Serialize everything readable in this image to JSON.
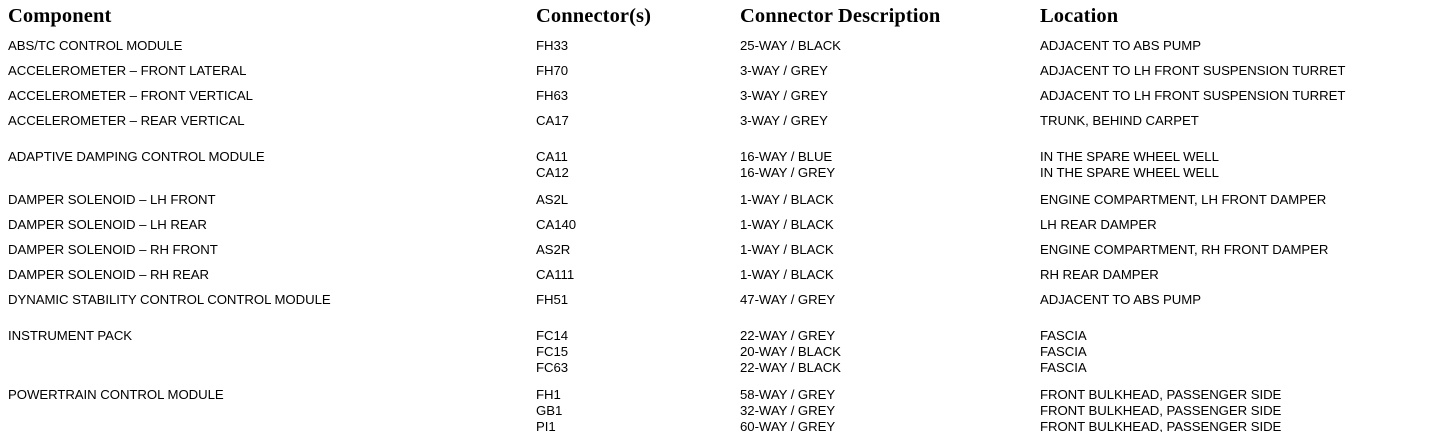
{
  "table": {
    "headers": {
      "component": "Component",
      "connector": "Connector(s)",
      "description": "Connector Description",
      "location": "Location"
    },
    "rows": [
      {
        "component": "ABS/TC CONTROL MODULE",
        "lines": [
          {
            "connector": "FH33",
            "description": "25-WAY / BLACK",
            "location": "ADJACENT TO ABS PUMP"
          }
        ]
      },
      {
        "component": "ACCELEROMETER – FRONT LATERAL",
        "lines": [
          {
            "connector": "FH70",
            "description": "3-WAY / GREY",
            "location": "ADJACENT TO LH FRONT SUSPENSION TURRET"
          }
        ]
      },
      {
        "component": "ACCELEROMETER – FRONT VERTICAL",
        "lines": [
          {
            "connector": "FH63",
            "description": "3-WAY / GREY",
            "location": "ADJACENT TO LH FRONT SUSPENSION TURRET"
          }
        ]
      },
      {
        "component": "ACCELEROMETER – REAR VERTICAL",
        "lines": [
          {
            "connector": "CA17",
            "description": "3-WAY / GREY",
            "location": "TRUNK, BEHIND CARPET"
          }
        ]
      },
      {
        "component": "ADAPTIVE DAMPING CONTROL MODULE",
        "lines": [
          {
            "connector": "CA11",
            "description": "16-WAY / BLUE",
            "location": "IN THE SPARE WHEEL WELL"
          },
          {
            "connector": "CA12",
            "description": "16-WAY / GREY",
            "location": "IN THE SPARE WHEEL WELL"
          }
        ]
      },
      {
        "component": "DAMPER SOLENOID – LH FRONT",
        "lines": [
          {
            "connector": "AS2L",
            "description": "1-WAY / BLACK",
            "location": "ENGINE COMPARTMENT, LH FRONT DAMPER"
          }
        ]
      },
      {
        "component": "DAMPER SOLENOID – LH REAR",
        "lines": [
          {
            "connector": "CA140",
            "description": "1-WAY / BLACK",
            "location": "LH REAR DAMPER"
          }
        ]
      },
      {
        "component": "DAMPER SOLENOID – RH FRONT",
        "lines": [
          {
            "connector": "AS2R",
            "description": "1-WAY / BLACK",
            "location": "ENGINE COMPARTMENT, RH FRONT DAMPER"
          }
        ]
      },
      {
        "component": "DAMPER SOLENOID – RH REAR",
        "lines": [
          {
            "connector": "CA111",
            "description": "1-WAY / BLACK",
            "location": "RH REAR DAMPER"
          }
        ]
      },
      {
        "component": "DYNAMIC STABILITY CONTROL CONTROL MODULE",
        "lines": [
          {
            "connector": "FH51",
            "description": "47-WAY / GREY",
            "location": "ADJACENT TO ABS PUMP"
          }
        ]
      },
      {
        "component": "INSTRUMENT PACK",
        "lines": [
          {
            "connector": "FC14",
            "description": "22-WAY / GREY",
            "location": "FASCIA"
          },
          {
            "connector": "FC15",
            "description": "20-WAY / BLACK",
            "location": "FASCIA"
          },
          {
            "connector": "FC63",
            "description": "22-WAY / BLACK",
            "location": "FASCIA"
          }
        ]
      },
      {
        "component": "POWERTRAIN CONTROL MODULE",
        "lines": [
          {
            "connector": "FH1",
            "description": "58-WAY / GREY",
            "location": "FRONT BULKHEAD, PASSENGER SIDE"
          },
          {
            "connector": "GB1",
            "description": "32-WAY / GREY",
            "location": "FRONT BULKHEAD, PASSENGER SIDE"
          },
          {
            "connector": "PI1",
            "description": "60-WAY / GREY",
            "location": "FRONT BULKHEAD, PASSENGER SIDE"
          }
        ]
      }
    ]
  }
}
